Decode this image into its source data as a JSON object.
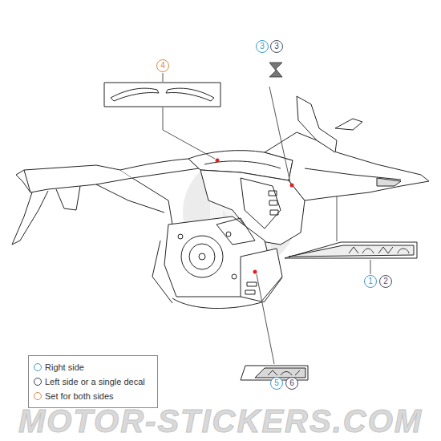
{
  "diagram": {
    "nodes": [
      {
        "text": [
          "4"
        ]
      },
      {
        "text": [
          "3"
        ]
      },
      {
        "text": [
          "3"
        ]
      },
      {
        "text": [
          "1"
        ]
      },
      {
        "text": [
          "2"
        ]
      },
      {
        "text": [
          "5"
        ]
      },
      {
        "text": [
          "6"
        ]
      }
    ],
    "labels": [
      "MOTOR-STICKERS.COM"
    ],
    "legend": [
      {
        "text": "Right side"
      },
      {
        "text": "Left side or a single decal"
      },
      {
        "text": "Set for both sides"
      }
    ]
  }
}
